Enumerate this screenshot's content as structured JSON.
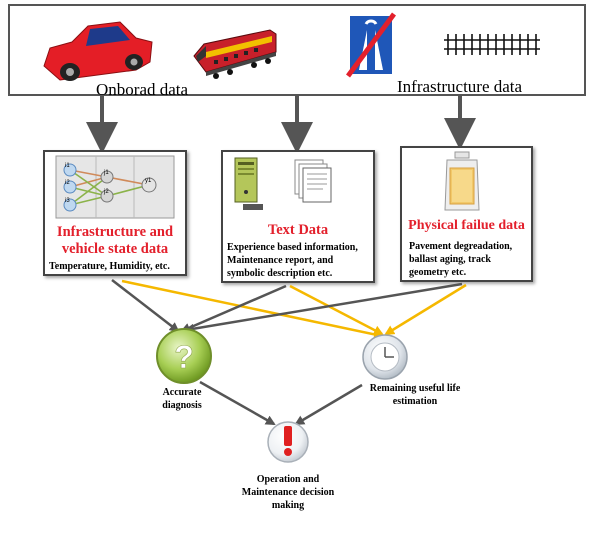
{
  "top": {
    "onboard_label": "Onborad data",
    "infrastructure_label": "Infrastructure data",
    "icons": [
      "car-icon",
      "locomotive-icon",
      "motorway-end-sign-icon",
      "railway-track-icon"
    ]
  },
  "panels": {
    "state": {
      "title": "Infrastructure and vehicle state data",
      "title_line1": "Infrastructure and",
      "title_line2": "vehicle state data",
      "desc": "Temperature, Humidity, etc.",
      "nodes": [
        "i1",
        "i2",
        "i3",
        "j1",
        "j2",
        "y1"
      ]
    },
    "text": {
      "title": "Text Data",
      "desc_line1": "Experience based information,",
      "desc_line2": "Maintenance report, and",
      "desc_line3": "symbolic description etc."
    },
    "physical": {
      "title": "Physical failue data",
      "desc_line1": "Pavement degreadation,",
      "desc_line2": "ballast aging, track",
      "desc_line3": "geometry etc."
    }
  },
  "outcomes": {
    "diagnosis_line1": "Accurate",
    "diagnosis_line2": "diagnosis",
    "rul_line1": "Remaining useful life",
    "rul_line2": "estimation",
    "decision_line1": "Operation and",
    "decision_line2": "Maintenance decision",
    "decision_line3": "making"
  },
  "colors": {
    "title_red": "#e3202c",
    "arrow_gray": "#555555",
    "arrow_yellow": "#f5b800",
    "diagnosis_green": "#8fbf3a",
    "rul_gray": "#d9dee3",
    "decision_red": "#e02020"
  }
}
